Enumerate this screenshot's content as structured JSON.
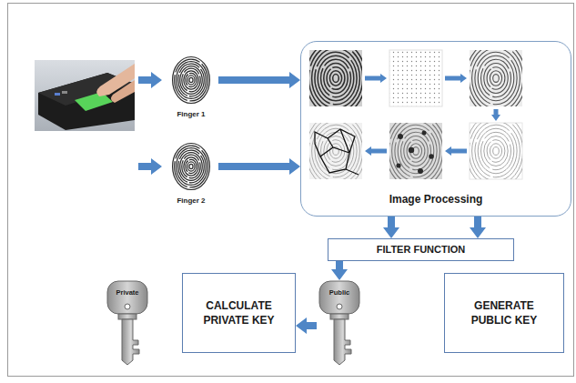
{
  "diagram": {
    "nodes": [
      {
        "text": [
          "Finger 1"
        ]
      },
      {
        "text": [
          "Finger 2"
        ]
      },
      {
        "text": [
          "Image Processing"
        ]
      },
      {
        "text": [
          "FILTER FUNCTION"
        ]
      },
      {
        "text": [
          "Private"
        ]
      },
      {
        "text": [
          "CALCULATE PRIVATE KEY"
        ]
      },
      {
        "text": [
          "Public"
        ]
      },
      {
        "text": [
          "GENERATE PUBLIC KEY"
        ]
      }
    ],
    "edges": [
      {
        "from": 0,
        "to": 2,
        "arrow": "to"
      },
      {
        "from": 1,
        "to": 2,
        "arrow": "to"
      },
      {
        "from": 2,
        "to": 3,
        "arrow": "to"
      },
      {
        "from": 2,
        "to": 3,
        "arrow": "to"
      },
      {
        "from": 3,
        "to": 6,
        "arrow": "to"
      },
      {
        "from": 6,
        "to": 5,
        "arrow": "to"
      }
    ]
  }
}
